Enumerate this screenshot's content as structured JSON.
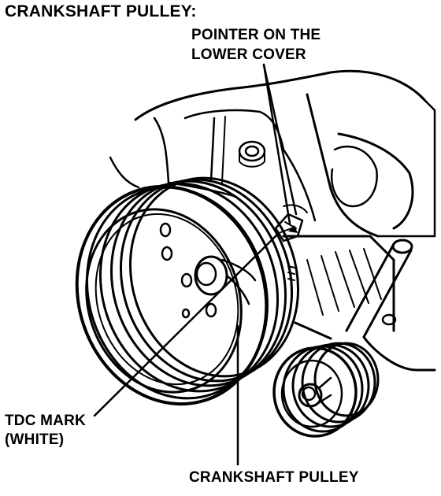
{
  "labels": {
    "title": "CRANKSHAFT PULLEY:",
    "pointer_line1": "POINTER ON THE",
    "pointer_line2": "LOWER COVER",
    "tdc_line1": "TDC MARK",
    "tdc_line2": "(WHITE)",
    "bottom": "CRANKSHAFT PULLEY"
  },
  "colors": {
    "ink": "#000000",
    "paper": "#ffffff"
  }
}
